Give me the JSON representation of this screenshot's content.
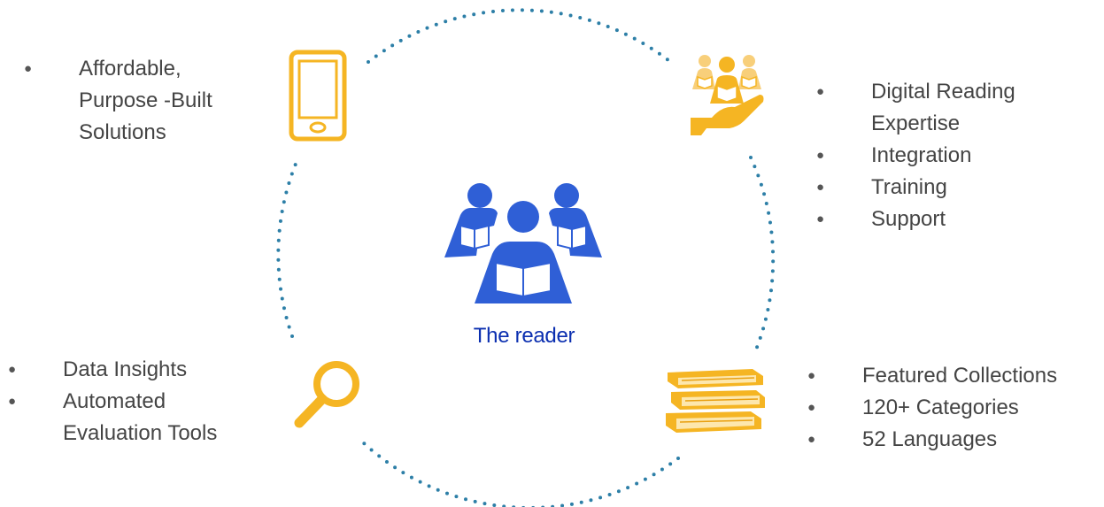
{
  "center": {
    "label": "The reader"
  },
  "colors": {
    "blue": "#2f5fd6",
    "gold": "#f5b523",
    "ring": "#2d7fa7",
    "text": "#444444"
  },
  "quadrants": {
    "top_left": {
      "icon": "smartphone-icon",
      "items": [
        "Affordable, Purpose -Built Solutions"
      ]
    },
    "top_right": {
      "icon": "hand-holding-readers-icon",
      "items": [
        "Digital Reading Expertise",
        "Integration",
        "Training",
        "Support"
      ]
    },
    "bottom_left": {
      "icon": "magnifier-icon",
      "items": [
        "Data Insights",
        "Automated Evaluation Tools"
      ]
    },
    "bottom_right": {
      "icon": "book-stack-icon",
      "items": [
        "Featured Collections",
        "120+ Categories",
        "52 Languages"
      ]
    }
  }
}
